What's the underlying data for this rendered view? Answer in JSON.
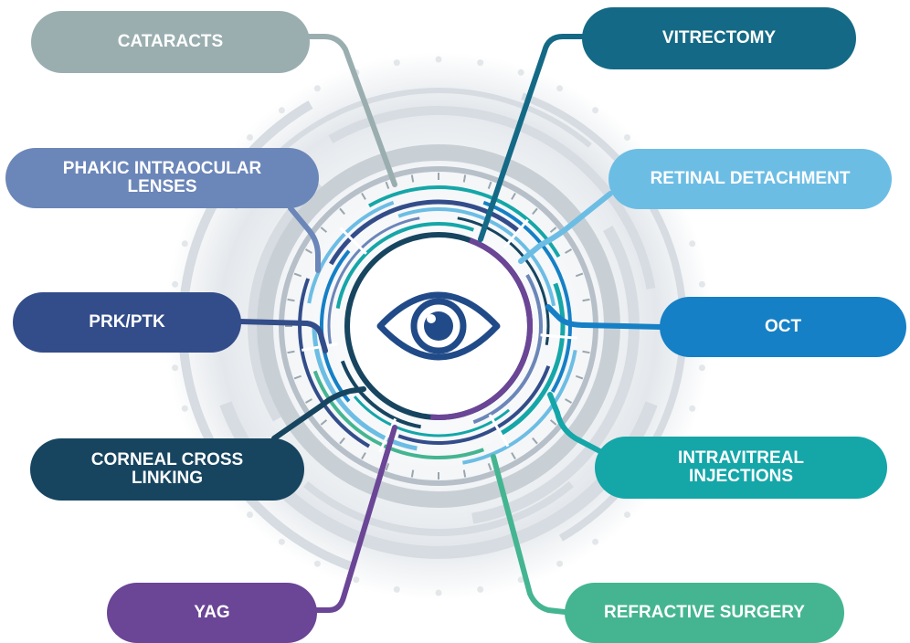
{
  "procedures": {
    "cataracts": {
      "label": "CATARACTS",
      "color": "#9aaeb0"
    },
    "phakic": {
      "label": "PHAKIC INTRAOCULAR LENSES",
      "color": "#6b86b8"
    },
    "prk": {
      "label": "PRK/PTK",
      "color": "#334d8a"
    },
    "corneal": {
      "label": "CORNEAL CROSS LINKING",
      "color": "#174560"
    },
    "yag": {
      "label": "YAG",
      "color": "#6b4596"
    },
    "vitrectomy": {
      "label": "VITRECTOMY",
      "color": "#146a86"
    },
    "retinal": {
      "label": "RETINAL DETACHMENT",
      "color": "#6cbde4"
    },
    "oct": {
      "label": "OCT",
      "color": "#1580c6"
    },
    "intravitreal": {
      "label": "INTRAVITREAL INJECTIONS",
      "color": "#15a6a8"
    },
    "refractive": {
      "label": "REFRACTIVE SURGERY",
      "color": "#44b590"
    }
  },
  "center": {
    "icon": "eye-icon",
    "icon_color": "#214b88"
  }
}
